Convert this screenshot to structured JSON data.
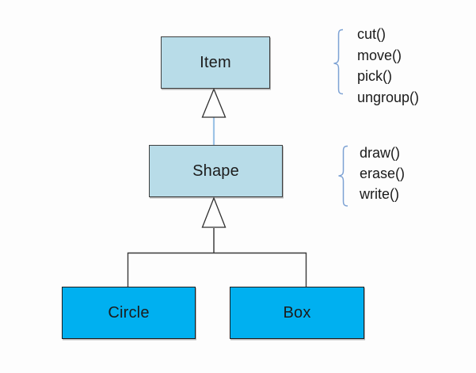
{
  "diagram": {
    "type": "class-inheritance-diagram",
    "nodes": {
      "item": {
        "label": "Item"
      },
      "shape": {
        "label": "Shape"
      },
      "circle": {
        "label": "Circle"
      },
      "box": {
        "label": "Box"
      }
    },
    "relations": [
      {
        "from": "Shape",
        "to": "Item",
        "kind": "inheritance"
      },
      {
        "from": "Circle",
        "to": "Shape",
        "kind": "inheritance"
      },
      {
        "from": "Box",
        "to": "Shape",
        "kind": "inheritance"
      }
    ],
    "item_methods": [
      "cut()",
      "move()",
      "pick()",
      "ungroup()"
    ],
    "shape_methods": [
      "draw()",
      "erase()",
      "write()"
    ],
    "colors": {
      "background": "#fdfdfd",
      "base_class_fill": "#b8dce8",
      "derived_class_fill": "#00b0f0",
      "box_border": "#3f3f3f",
      "triangle_border": "#2f2f2f",
      "inheritance_line_blue": "#9dc3e6",
      "connector_gray": "#6e6e6e",
      "connector_dark": "#3a3a3a",
      "brace_blue": "#7da2d4",
      "text": "#1c1c1c"
    }
  }
}
